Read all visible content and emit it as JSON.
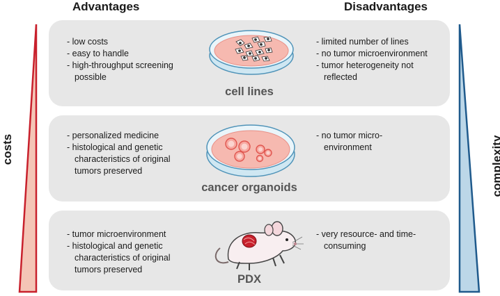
{
  "headers": {
    "advantages": "Advantages",
    "disadvantages": "Disadvantages"
  },
  "axes": {
    "left": "costs",
    "right": "complexity"
  },
  "colors": {
    "costs": "#c8202c",
    "costs_fill": "#f4c5b6",
    "complexity": "#1f5a8c",
    "complexity_fill": "#bcd7e8",
    "panel": "#e7e7e7"
  },
  "models": [
    {
      "title": "cell lines",
      "icon": "petri-dish-cells-icon",
      "advantages": [
        "low costs",
        "easy to handle",
        "high-throughput screening possible"
      ],
      "disadvantages": [
        "limited number of lines",
        "no tumor microenvironment",
        "tumor heterogeneity not reflected"
      ]
    },
    {
      "title": "cancer organoids",
      "icon": "petri-dish-organoids-icon",
      "advantages": [
        "personalized medicine",
        "histological and genetic characteristics of original tumors preserved"
      ],
      "disadvantages": [
        "no tumor micro-environment"
      ]
    },
    {
      "title": "PDX",
      "icon": "mouse-icon",
      "advantages": [
        "tumor microenvironment",
        "histological and genetic characteristics of original tumors preserved"
      ],
      "disadvantages": [
        "very resource- and time-consuming"
      ]
    }
  ]
}
